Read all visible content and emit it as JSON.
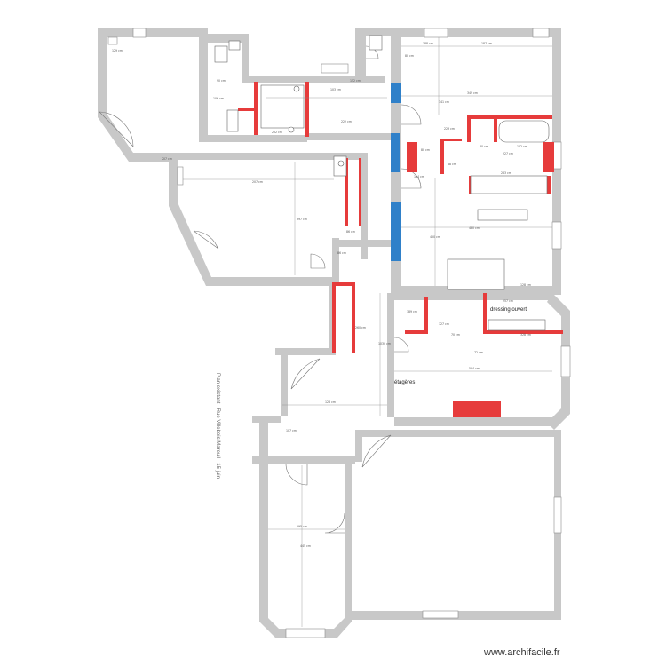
{
  "plan": {
    "title": "Plan existant - Rue Villebois Mareuil - 15 juin",
    "room_labels": {
      "dressing": "dressing ouvert",
      "etageres": "étagères"
    },
    "dimension_labels": [
      "129 cm",
      "188 cm",
      "187 cm",
      "90 cm",
      "80 cm",
      "103 cm",
      "152 cm",
      "222 cm",
      "349 cm",
      "106 cm",
      "207 cm",
      "223 cm",
      "80 cm",
      "88 cm",
      "102 cm",
      "252 cm",
      "227 cm",
      "80 cm",
      "124 cm",
      "480 cm",
      "86 cm",
      "263 cm",
      "397 cm",
      "207 cm",
      "86 cm",
      "128 cm",
      "257 cm",
      "127 cm",
      "70 cm",
      "189 cm",
      "328 cm",
      "260 cm",
      "594 cm",
      "450 cm",
      "72 cm",
      "107 cm",
      "128 cm",
      "1030 cm",
      "295 cm",
      "445 cm",
      "341 cm"
    ],
    "colors": {
      "wall": "#c8c8c8",
      "accent_red": "#e63b3b",
      "accent_blue": "#2f80c9",
      "dimension_line": "#8a8a8a"
    }
  },
  "footer": {
    "brand": "www.archifacile.fr"
  }
}
